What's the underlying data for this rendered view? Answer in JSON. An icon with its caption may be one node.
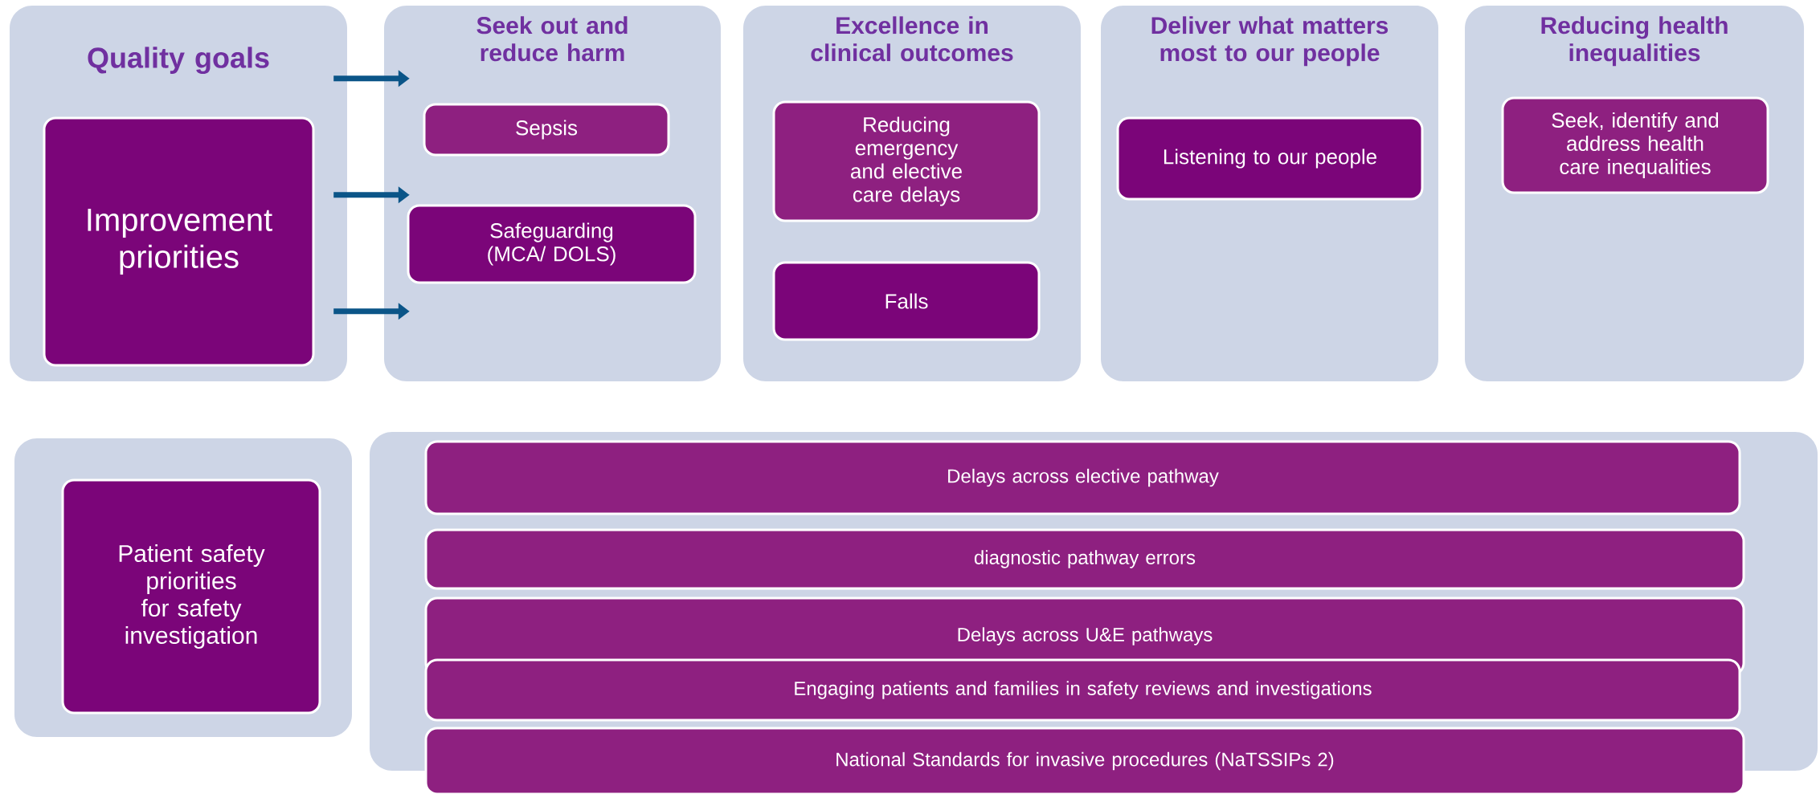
{
  "diagram": {
    "nodes": [
      {
        "text": [
          "Quality goals"
        ]
      },
      {
        "text": [
          "Improvement priorities"
        ],
        "in": 0
      },
      {
        "text": [
          "Seek out and reduce harm"
        ]
      },
      {
        "text": [
          "Sepsis"
        ],
        "in": 2
      },
      {
        "text": [
          "Safeguarding (MCA/ DOLS)"
        ],
        "in": 2
      },
      {
        "text": [
          "Excellence in clinical outcomes"
        ]
      },
      {
        "text": [
          "Reducing emergency and elective care delays"
        ],
        "in": 5
      },
      {
        "text": [
          "Falls"
        ],
        "in": 5
      },
      {
        "text": [
          "Deliver what matters most to our people"
        ]
      },
      {
        "text": [
          "Listening to our people"
        ],
        "in": 8
      },
      {
        "text": [
          "Reducing health inequalities"
        ]
      },
      {
        "text": [
          "Seek, identify and address health care inequalities"
        ],
        "in": 10
      },
      {
        "text": [],
        "shape": "box"
      },
      {
        "text": [
          "Patient safety priorities for safety investigation"
        ],
        "in": 12
      },
      {
        "text": [],
        "shape": "box"
      },
      {
        "text": [
          "Delays across elective pathway"
        ],
        "in": 14
      },
      {
        "text": [
          "diagnostic pathway errors"
        ],
        "in": 14
      },
      {
        "text": [
          "Delays across U&E pathways"
        ],
        "in": 14
      },
      {
        "text": [
          "Engaging patients and families in safety reviews and investigations"
        ],
        "in": 14
      },
      {
        "text": [
          "National Standards for invasive procedures (NaTSSIPs 2)"
        ]
      }
    ],
    "edges": [
      {
        "from": 0,
        "to": 2,
        "arrow": "to"
      },
      {
        "from": 0,
        "to": 2,
        "arrow": "to"
      },
      {
        "from": 0,
        "to": 2,
        "arrow": "to"
      }
    ]
  }
}
